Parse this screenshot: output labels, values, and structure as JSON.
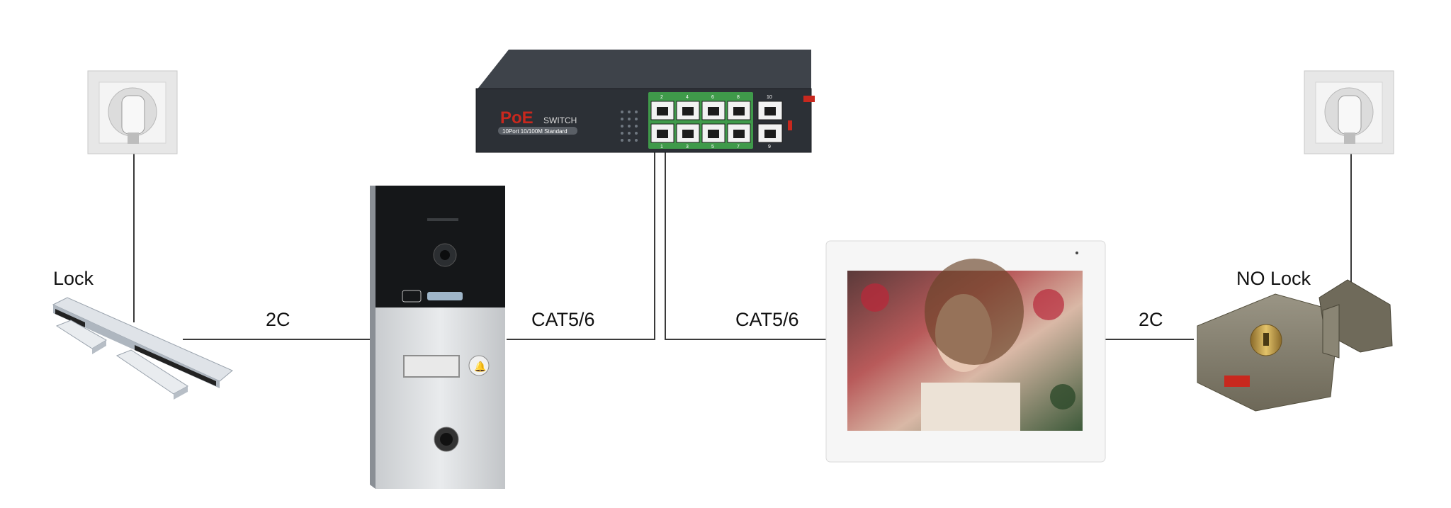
{
  "devices": {
    "switch": {
      "brand": "PoE",
      "type": "SWITCH",
      "spec": "10Port 10/100M Standard",
      "port_numbers_top": [
        "2",
        "4",
        "6",
        "8"
      ],
      "port_numbers_bottom": [
        "1",
        "3",
        "5",
        "7"
      ],
      "uplink_numbers": [
        "10",
        "9"
      ]
    },
    "socket_left": {},
    "socket_right": {},
    "magnetic_lock": {},
    "door_station": {},
    "indoor_monitor": {},
    "electric_lock": {}
  },
  "labels": {
    "left_lock": "Lock",
    "right_lock": "NO Lock",
    "left_link": "2C",
    "door_link": "CAT5/6",
    "monitor_link": "CAT5/6",
    "right_link": "2C"
  },
  "colors": {
    "line": "#3a3a3a",
    "switch_body": "#2c3036",
    "switch_brand": "#c8281e",
    "port_strip": "#3f9a4a"
  }
}
